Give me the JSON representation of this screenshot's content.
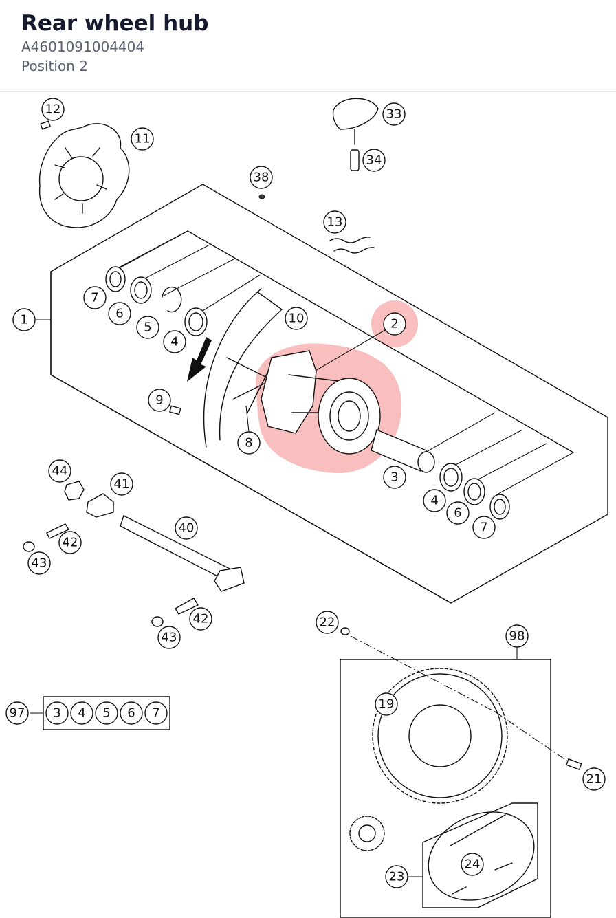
{
  "header": {
    "title": "Rear wheel hub",
    "part_number": "A4601091004404",
    "position": "Position 2"
  },
  "highlight_color": "#ee4444",
  "callouts": [
    "12",
    "11",
    "33",
    "34",
    "38",
    "13",
    "1",
    "7",
    "6",
    "5",
    "4",
    "10",
    "2",
    "9",
    "8",
    "3",
    "4",
    "6",
    "7",
    "44",
    "41",
    "40",
    "42",
    "43",
    "42",
    "43",
    "22",
    "98",
    "19",
    "21",
    "23",
    "24",
    "97"
  ],
  "kit_97": [
    "3",
    "4",
    "5",
    "6",
    "7"
  ],
  "icons": {
    "arrow": "direction-arrow-icon"
  }
}
